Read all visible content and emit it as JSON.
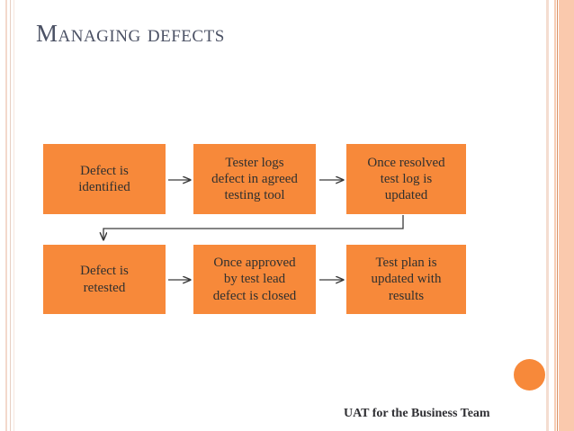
{
  "slide": {
    "title": "Managing defects",
    "footer": "UAT for the Business Team",
    "background_color": "#ffffff",
    "title_color": "#4b5164",
    "accent_color": "#f7893a",
    "edge_band_color": "#fac9ad",
    "connector_color": "#3a3a3a"
  },
  "flow": {
    "boxes": [
      {
        "id": "defect-identified",
        "label": "Defect is\nidentified",
        "row": 1,
        "col": 1
      },
      {
        "id": "tester-logs-defect",
        "label": "Tester logs\ndefect in agreed\ntesting tool",
        "row": 1,
        "col": 2
      },
      {
        "id": "test-log-updated",
        "label": "Once resolved\ntest log is\nupdated",
        "row": 1,
        "col": 3
      },
      {
        "id": "defect-retested",
        "label": "Defect is\nretested",
        "row": 2,
        "col": 1
      },
      {
        "id": "defect-closed",
        "label": "Once approved\nby test lead\ndefect is closed",
        "row": 2,
        "col": 2
      },
      {
        "id": "test-plan-updated",
        "label": "Test plan is\nupdated with\nresults",
        "row": 2,
        "col": 3
      }
    ],
    "connectors": [
      {
        "id": "arrow-1-to-2",
        "kind": "arrow-right"
      },
      {
        "id": "arrow-2-to-3",
        "kind": "arrow-right"
      },
      {
        "id": "elbow-3-to-4",
        "kind": "elbow-down-left"
      },
      {
        "id": "arrow-4-to-5",
        "kind": "arrow-right"
      },
      {
        "id": "arrow-5-to-6",
        "kind": "arrow-right"
      }
    ]
  },
  "decorations": {
    "circle_label": "orange-circle"
  }
}
